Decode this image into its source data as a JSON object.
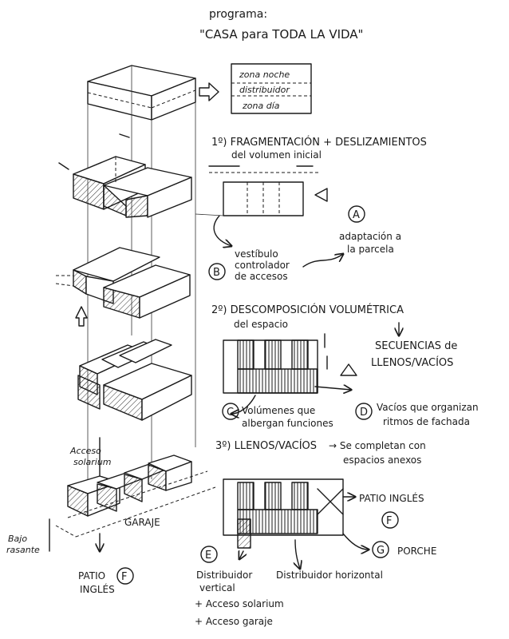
{
  "title": {
    "line1": "programa:",
    "line2": "\"CASA para TODA LA VIDA\""
  },
  "zones": {
    "night": "zona noche",
    "distributor": "distribuidor",
    "day": "zona día"
  },
  "step1": {
    "heading": "1º) FRAGMENTACIÓN + DESLIZAMIENTOS",
    "subheading": "del volumen inicial",
    "label_a_letter": "A",
    "label_a_line1": "adaptación a",
    "label_a_line2": "la parcela",
    "label_b_letter": "B",
    "vestibulo": "vestíbulo",
    "controlador": "controlador",
    "accesos": "de accesos"
  },
  "step2": {
    "heading": "2º) DESCOMPOSICIÓN VOLUMÉTRICA",
    "subheading": "del espacio",
    "sequences_line1": "SECUENCIAS de",
    "sequences_line2": "LLENOS/VACÍOS",
    "label_c_letter": "C",
    "label_c_line1": "Volúmenes que",
    "label_c_line2": "albergan funciones",
    "label_d_letter": "D",
    "label_d_line1": "Vacíos que organizan",
    "label_d_line2": "ritmos de fachada"
  },
  "step3": {
    "heading": "3º) LLENOS/VACÍOS",
    "arrow_text_line1": "→ Se completan con",
    "arrow_text_line2": "espacios anexos",
    "patio_ingles_right": "PATIO INGLÉS",
    "label_f_letter": "F",
    "label_g_letter": "G",
    "porche": "PORCHE",
    "label_e_letter": "E",
    "distribuidor_vertical_line1": "Distribuidor",
    "distribuidor_vertical_line2": "vertical",
    "distribuidor_horizontal": "Distribuidor horizontal",
    "acceso_solarium_bottom": "+ Acceso solarium",
    "acceso_garaje_bottom": "+ Acceso garaje"
  },
  "axo_labels": {
    "acceso_solarium_line1": "Acceso",
    "acceso_solarium_line2": "solarium",
    "garaje": "GARAJE",
    "bajo_rasante_line1": "Bajo",
    "bajo_rasante_line2": "rasante",
    "patio_ingles_line1": "PATIO",
    "patio_ingles_line2": "INGLÉS",
    "label_f_letter": "F"
  },
  "colors": {
    "ink": "#1a1a1a",
    "paper": "#ffffff"
  }
}
